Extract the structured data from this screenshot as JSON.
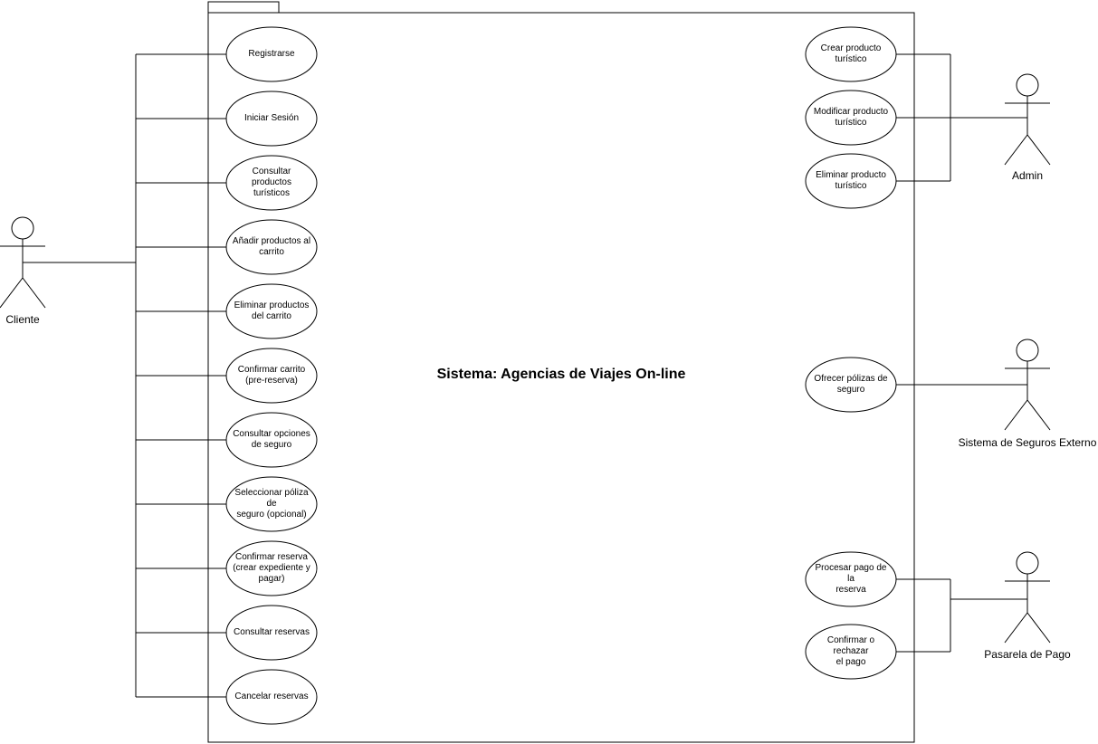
{
  "system": {
    "title": "Sistema: Agencias de Viajes On-line"
  },
  "actors": [
    {
      "id": "cliente",
      "label": "Cliente"
    },
    {
      "id": "admin",
      "label": "Admin"
    },
    {
      "id": "seguros",
      "label": "Sistema de Seguros Externo"
    },
    {
      "id": "pasarela",
      "label": "Pasarela de Pago"
    }
  ],
  "use_cases": {
    "cliente": [
      "Registrarse",
      "Iniciar Sesión",
      "Consultar productos\nturísticos",
      "Añadir productos al\ncarrito",
      "Eliminar productos\ndel carrito",
      "Confirmar carrito\n(pre-reserva)",
      "Consultar opciones\nde seguro",
      "Seleccionar póliza de\nseguro (opcional)",
      "Confirmar reserva\n(crear expediente y\npagar)",
      "Consultar reservas",
      "Cancelar reservas"
    ],
    "admin": [
      "Crear producto\nturístico",
      "Modificar producto\nturístico",
      "Eliminar producto\nturístico"
    ],
    "seguros": [
      "Ofrecer pólizas de\nseguro"
    ],
    "pasarela": [
      "Procesar pago de la\nreserva",
      "Confirmar o rechazar\nel pago"
    ]
  }
}
